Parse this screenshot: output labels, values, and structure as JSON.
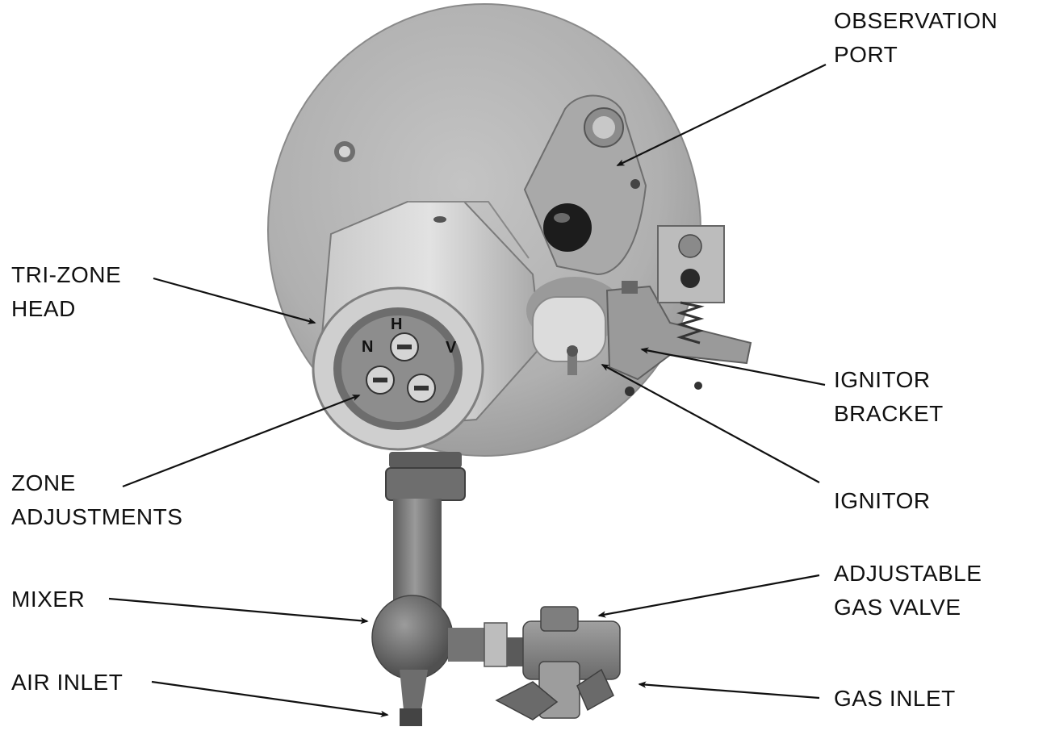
{
  "labels": {
    "observation_port": [
      "OBSERVATION",
      "PORT"
    ],
    "tri_zone_head": [
      "TRI-ZONE",
      "HEAD"
    ],
    "ignitor_bracket": [
      "IGNITOR",
      "BRACKET"
    ],
    "zone_adjustments": [
      "ZONE",
      "ADJUSTMENTS"
    ],
    "ignitor": [
      "IGNITOR"
    ],
    "adjustable_gas_valve": [
      "ADJUSTABLE",
      "GAS VALVE"
    ],
    "mixer": [
      "MIXER"
    ],
    "air_inlet": [
      "AIR INLET"
    ],
    "gas_inlet": [
      "GAS INLET"
    ]
  },
  "zone_letters": [
    "H",
    "N",
    "V"
  ],
  "colors": {
    "plate": "#b3b3b3",
    "metal_light": "#d2d2d2",
    "metal_dark": "#6a6a6a",
    "brass": "#858585",
    "text": "#111111"
  }
}
